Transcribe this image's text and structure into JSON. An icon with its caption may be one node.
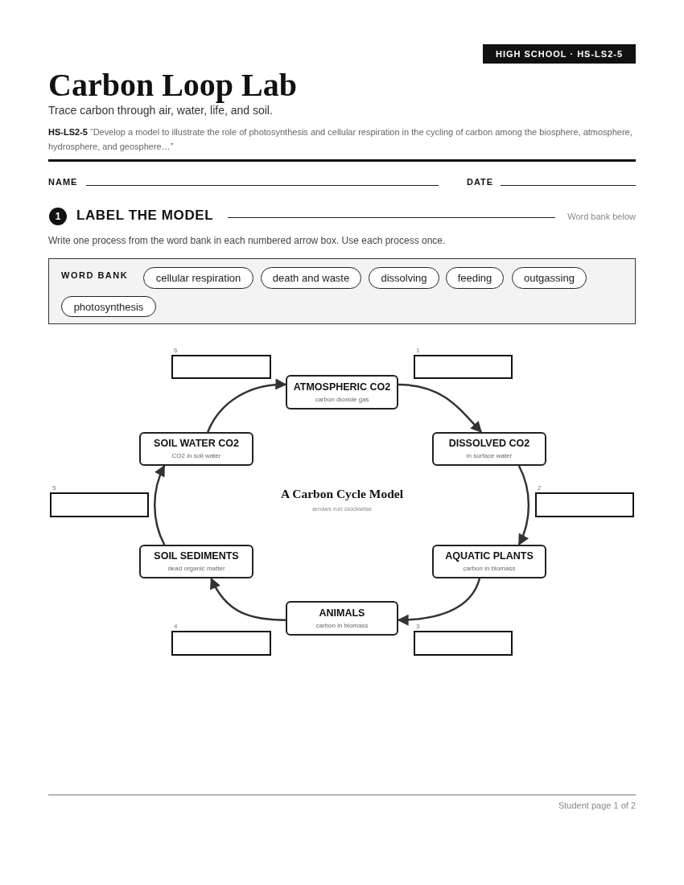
{
  "diagram": {
    "title": "Carbon Loop Lab",
    "nodes": [
      {
        "text": [
          "HIGH SCHOOL · HS-LS2-5"
        ]
      },
      {
        "text": [
          "1"
        ]
      },
      {
        "text": [
          "WORD BANK"
        ]
      },
      {
        "text": [
          "cellular respiration"
        ],
        "in": 2
      },
      {
        "text": [
          "death and waste"
        ],
        "in": 2
      },
      {
        "text": [
          "dissolving"
        ],
        "in": 2
      },
      {
        "text": [
          "feeding"
        ],
        "in": 2
      },
      {
        "text": [
          "outgassing"
        ],
        "in": 2
      },
      {
        "text": [
          "photosynthesis"
        ],
        "in": 2
      },
      {
        "text": [],
        "shape": "box",
        "beside": [
          "6"
        ]
      },
      {
        "text": [
          "ATMOSPHERIC CO2",
          "carbon dioxide gas"
        ]
      },
      {
        "text": [],
        "shape": "box",
        "beside": [
          "1"
        ]
      },
      {
        "text": [
          "SOIL WATER CO2",
          "CO2 in soil water"
        ]
      },
      {
        "text": [
          "DISSOLVED CO2",
          "in surface water"
        ]
      },
      {
        "text": [],
        "shape": "box",
        "beside": [
          "5"
        ]
      },
      {
        "text": [],
        "shape": "box",
        "beside": [
          "2"
        ]
      },
      {
        "text": [
          "SOIL SEDIMENTS",
          "dead organic matter"
        ]
      },
      {
        "text": [
          "AQUATIC PLANTS",
          "carbon in biomass"
        ]
      },
      {
        "text": [
          "ANIMALS",
          "carbon in biomass"
        ]
      },
      {
        "text": [],
        "shape": "box",
        "beside": [
          "4"
        ]
      },
      {
        "text": [],
        "shape": "box",
        "beside": [
          "3"
        ]
      }
    ],
    "edges": [
      {
        "from": 10,
        "to": 13,
        "arrow": "to"
      },
      {
        "from": 13,
        "to": 17,
        "arrow": "to"
      },
      {
        "from": 17,
        "to": 18,
        "arrow": "to"
      },
      {
        "from": 18,
        "to": 16,
        "arrow": "to"
      },
      {
        "from": 16,
        "to": 12,
        "arrow": "to"
      },
      {
        "from": 12,
        "to": 10,
        "arrow": "to"
      }
    ],
    "labels": [
      "Trace carbon through air, water, life, and soil.",
      "**HS-LS2-5**  “Develop a model to illustrate the role of photosynthesis and cellular respiration in the cycling of carbon among the biosphere, atmosphere, hydrosphere, and geosphere…”",
      "NAME",
      "DATE",
      "LABEL THE MODEL",
      "Word bank below",
      "Write one process from the word bank in each numbered arrow box. Use each process once.",
      "A Carbon Cycle Model",
      "arrows run clockwise",
      "Student page 1 of 2"
    ]
  }
}
